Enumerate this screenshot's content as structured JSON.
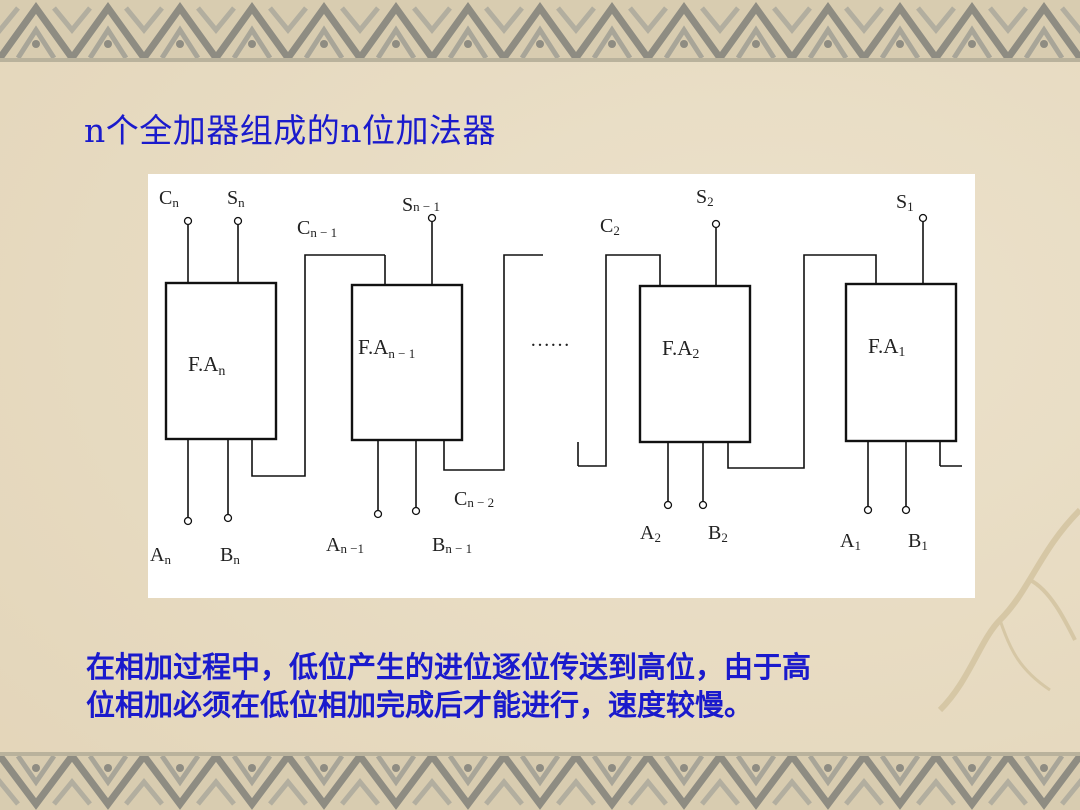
{
  "slide": {
    "title": "n个全加器组成的n位加法器",
    "body_lines": [
      "在相加过程中，低位产生的进位逐位传送到高位，由于高",
      "位相加必须在低位相加完成后才能进行，速度较慢。"
    ]
  },
  "colors": {
    "title": "#1a1acc",
    "body": "#1a1acc",
    "background": "#efe6d2",
    "border": "#9a9a8e"
  },
  "diagram": {
    "blocks": [
      {
        "base": "F.A",
        "sub": "n"
      },
      {
        "base": "F.A",
        "sub": "n − 1"
      },
      {
        "base": "F.A",
        "sub": "2"
      },
      {
        "base": "F.A",
        "sub": "1"
      }
    ],
    "ellipsis": "……",
    "top_labels": [
      {
        "base": "C",
        "sub": "n"
      },
      {
        "base": "S",
        "sub": "n"
      },
      {
        "base": "C",
        "sub": "n − 1"
      },
      {
        "base": "S",
        "sub": "n − 1"
      },
      {
        "base": "C",
        "sub": "2"
      },
      {
        "base": "S",
        "sub": "2"
      },
      {
        "base": "S",
        "sub": "1"
      }
    ],
    "bottom_labels": [
      {
        "base": "A",
        "sub": "n"
      },
      {
        "base": "B",
        "sub": "n"
      },
      {
        "base": "A",
        "sub": "n −1"
      },
      {
        "base": "B",
        "sub": "n − 1"
      },
      {
        "base": "C",
        "sub": "n − 2"
      },
      {
        "base": "A",
        "sub": "2"
      },
      {
        "base": "B",
        "sub": "2"
      },
      {
        "base": "A",
        "sub": "1"
      },
      {
        "base": "B",
        "sub": "1"
      }
    ]
  }
}
